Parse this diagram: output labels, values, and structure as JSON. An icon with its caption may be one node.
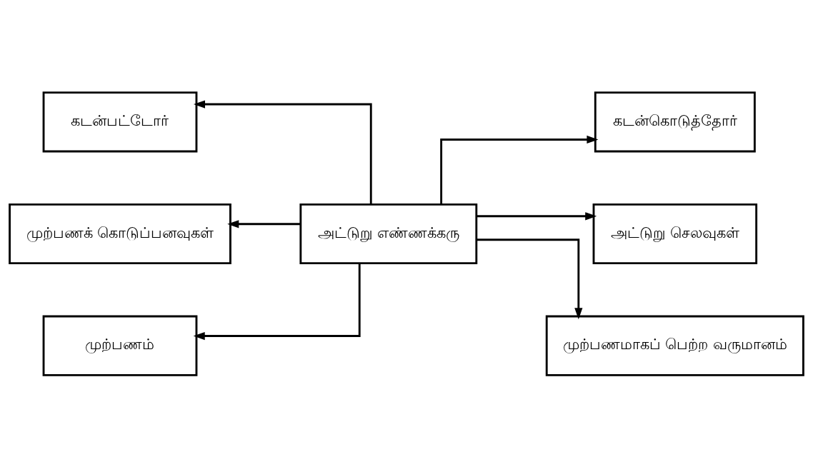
{
  "diagram": {
    "nodes": [
      {
        "text": [
          "கடன்பட்டோர்"
        ]
      },
      {
        "text": [
          "கடன்கொடுத்தோர்"
        ]
      },
      {
        "text": [
          "முற்பணக் கொடுப்பனவுகள்"
        ]
      },
      {
        "text": [
          "அட்டுறு எண்ணக்கரு"
        ]
      },
      {
        "text": [
          "அட்டுறு செலவுகள்"
        ]
      },
      {
        "text": [
          "முற்பணம்"
        ]
      },
      {
        "text": [
          "முற்பணமாகப் பெற்ற வருமானம்"
        ]
      }
    ],
    "edges": [
      {
        "from": 3,
        "to": 0,
        "arrow": "to"
      },
      {
        "from": 3,
        "to": 2,
        "arrow": "to"
      },
      {
        "from": 3,
        "to": 5,
        "arrow": "to"
      },
      {
        "from": 3,
        "to": 1,
        "arrow": "to"
      },
      {
        "from": 3,
        "to": 4,
        "arrow": "to"
      },
      {
        "from": 3,
        "to": 6,
        "arrow": "to"
      }
    ]
  }
}
